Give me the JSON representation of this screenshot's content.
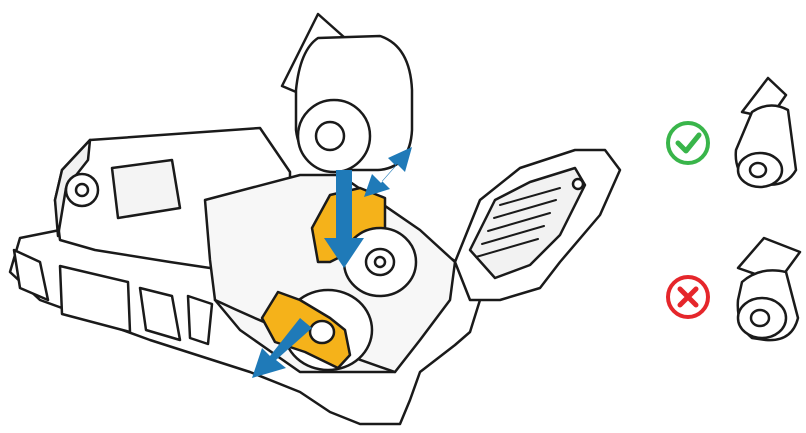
{
  "illustration": {
    "subject": "mobile-printer-media-loading",
    "colors": {
      "outline": "#1a1a1a",
      "body_fill": "#ffffff",
      "shadow_fill": "#e9e9e9",
      "accent_yellow": "#f5b21a",
      "arrow_blue": "#1f7ab8",
      "check_green": "#39b54a",
      "cross_red": "#e5262b"
    }
  },
  "legend": {
    "correct": {
      "icon": "check-icon",
      "meaning": "correct"
    },
    "incorrect": {
      "icon": "cross-icon",
      "meaning": "incorrect"
    }
  }
}
